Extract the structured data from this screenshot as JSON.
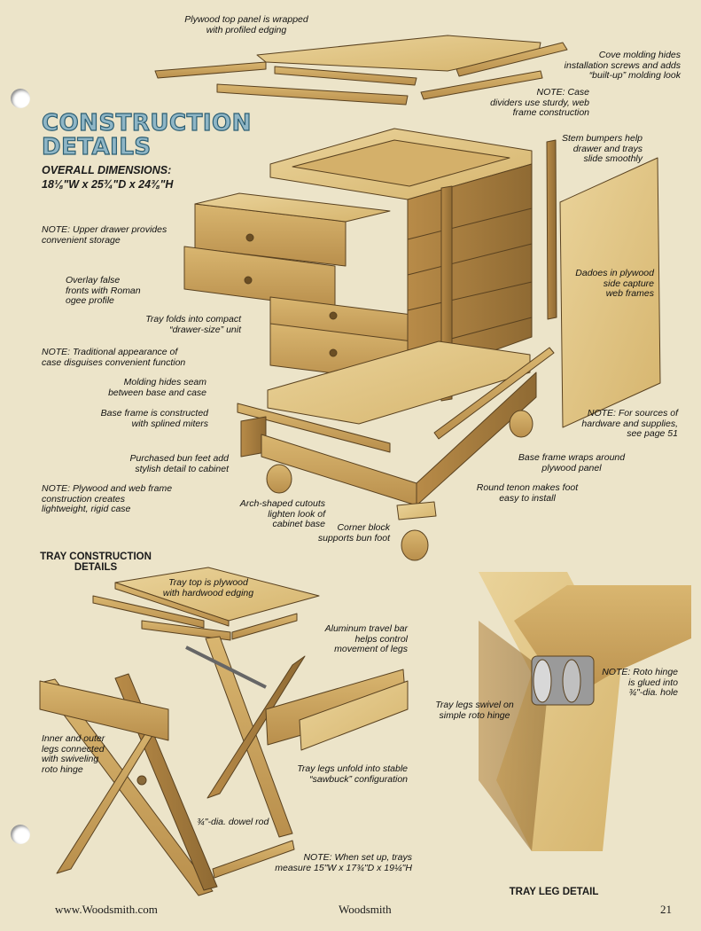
{
  "title": [
    "CONSTRUCTION",
    "DETAILS"
  ],
  "overall_dimensions": {
    "heading": "OVERALL DIMENSIONS:",
    "value": "18⅛\"W x 25¾\"D x 24⅜\"H"
  },
  "callouts": {
    "plywood_top": [
      "Plywood top panel is wrapped",
      "with profiled edging"
    ],
    "cove_molding": [
      "Cove molding hides",
      "installation screws and adds",
      "“built-up” molding look"
    ],
    "case_dividers": [
      "NOTE: Case",
      "dividers use sturdy, web",
      "frame construction"
    ],
    "stem_bumpers": [
      "Stem bumpers help",
      "drawer and trays",
      "slide smoothly"
    ],
    "upper_drawer": [
      "NOTE: Upper drawer provides",
      "convenient storage"
    ],
    "overlay_fronts": [
      "Overlay false",
      "fronts with Roman",
      "ogee profile"
    ],
    "dadoes": [
      "Dadoes in plywood",
      "side capture",
      "web frames"
    ],
    "tray_folds": [
      "Tray folds into compact",
      "“drawer-size” unit"
    ],
    "traditional": [
      "NOTE: Traditional appearance of",
      "case disguises convenient function"
    ],
    "molding_seam": [
      "Molding hides seam",
      "between base and case"
    ],
    "base_frame_splined": [
      "Base frame is constructed",
      "with splined miters"
    ],
    "sources": [
      "NOTE: For sources of",
      "hardware and supplies,",
      "see page 51"
    ],
    "bun_feet": [
      "Purchased bun feet add",
      "stylish detail to cabinet"
    ],
    "base_wraps": [
      "Base frame wraps around",
      "plywood panel"
    ],
    "plywood_web": [
      "NOTE: Plywood and web frame",
      "construction creates",
      "lightweight, rigid case"
    ],
    "round_tenon": [
      "Round tenon makes foot",
      "easy to install"
    ],
    "arch_cutouts": [
      "Arch-shaped cutouts",
      "lighten look of",
      "cabinet base"
    ],
    "corner_block": [
      "Corner block",
      "supports bun foot"
    ],
    "tray_top": [
      "Tray top is plywood",
      "with hardwood edging"
    ],
    "travel_bar": [
      "Aluminum travel bar",
      "helps control",
      "movement of legs"
    ],
    "roto_hinge_hole": [
      "NOTE: Roto hinge",
      "is glued into",
      "¾\"-dia. hole"
    ],
    "legs_swivel": [
      "Tray legs swivel on",
      "simple roto hinge"
    ],
    "inner_outer_legs": [
      "Inner and outer",
      "legs connected",
      "with swiveling",
      "roto hinge"
    ],
    "sawbuck": [
      "Tray legs unfold into stable",
      "“sawbuck” configuration"
    ],
    "dowel_rod": [
      "¾\"-dia. dowel rod"
    ],
    "set_up": [
      "NOTE: When set up, trays",
      "measure 15\"W x 17¾\"D x 19¼\"H"
    ]
  },
  "sections": {
    "tray_construction": [
      "TRAY CONSTRUCTION",
      "DETAILS"
    ],
    "tray_leg_detail": "TRAY LEG DETAIL"
  },
  "footer": {
    "website": "www.Woodsmith.com",
    "magazine": "Woodsmith",
    "page_number": "21"
  },
  "colors": {
    "paper": "#ece4c9",
    "wood_light": "#e2c684",
    "wood_mid": "#cfa860",
    "wood_dark": "#a57c3c",
    "title_fill": "#8fb6c6",
    "title_stroke": "#2d5f74"
  }
}
